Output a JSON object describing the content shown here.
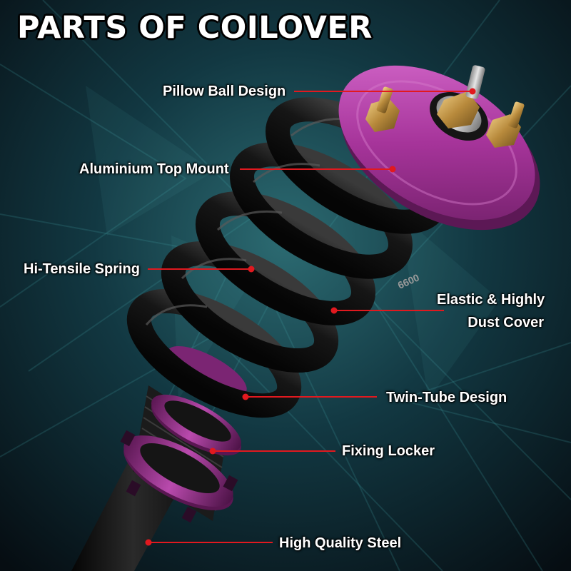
{
  "title": "PARTS OF COILOVER",
  "colors": {
    "accent_purple": "#a6349a",
    "callout_red": "#e1191f",
    "spring_black": "#141414",
    "background_teal": "#0f3a44"
  },
  "labels": [
    {
      "id": "pillow-ball-design",
      "text": "Pillow Ball Design"
    },
    {
      "id": "aluminium-top-mount",
      "text": "Aluminium Top Mount"
    },
    {
      "id": "hi-tensile-spring",
      "text": "Hi-Tensile Spring"
    },
    {
      "id": "elastic-dust-cover",
      "line1": "Elastic & Highly",
      "line2": "Dust Cover"
    },
    {
      "id": "twin-tube-design",
      "text": "Twin-Tube Design"
    },
    {
      "id": "fixing-locker",
      "text": "Fixing Locker"
    },
    {
      "id": "high-quality-steel",
      "text": "High Quality Steel"
    }
  ],
  "spring_marking": "6600",
  "icons": [
    "coilover-illustration",
    "bolt-icon",
    "pillow-ball-icon"
  ]
}
